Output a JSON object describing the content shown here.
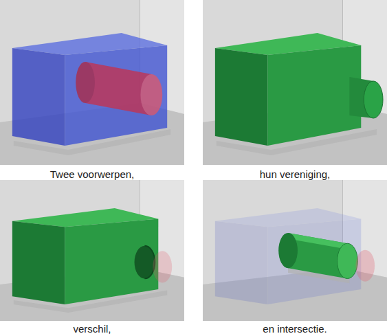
{
  "diagram": {
    "labels": [
      "Twee voorwerpen,",
      "hun vereniging,",
      "verschil,",
      "en intersectie."
    ]
  }
}
